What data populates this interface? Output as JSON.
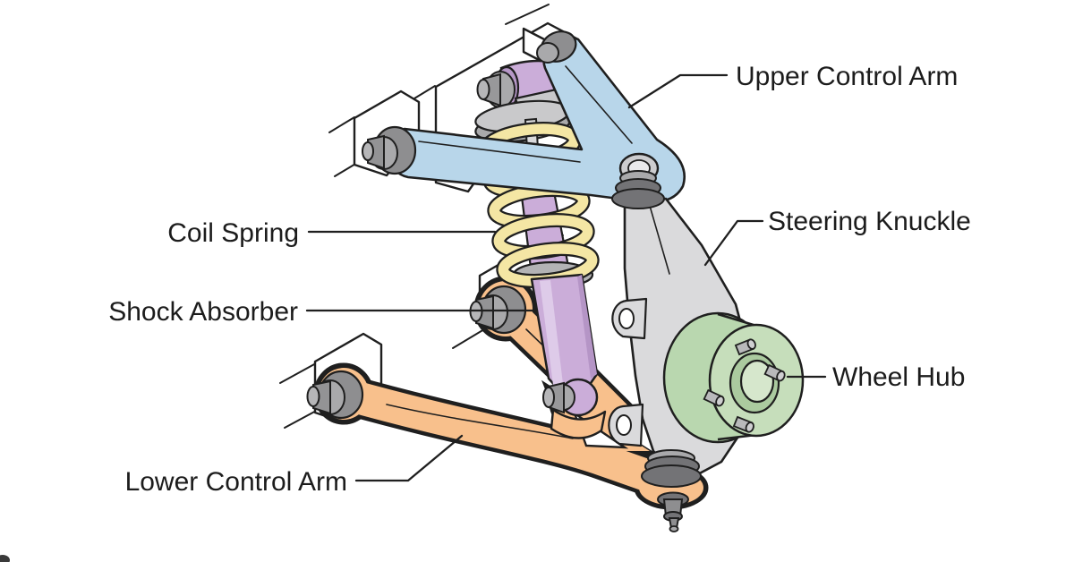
{
  "diagram": {
    "background": "#ffffff",
    "outline_color": "#1f1f1f",
    "label_color": "#1c1c1c",
    "parts": [
      {
        "id": "upper-control-arm",
        "label": "Upper Control Arm",
        "color": "#b8d6ea"
      },
      {
        "id": "coil-spring",
        "label": "Coil Spring",
        "color": "#f4e6a4"
      },
      {
        "id": "shock-absorber",
        "label": "Shock Absorber",
        "color": "#cbadd9"
      },
      {
        "id": "steering-knuckle",
        "label": "Steering Knuckle",
        "color": "#dadadc"
      },
      {
        "id": "wheel-hub",
        "label": "Wheel Hub",
        "color": "#b9d7af"
      },
      {
        "id": "lower-control-arm",
        "label": "Lower Control Arm",
        "color": "#f8c08c"
      }
    ],
    "hardware_color": "#9a9a9c"
  }
}
